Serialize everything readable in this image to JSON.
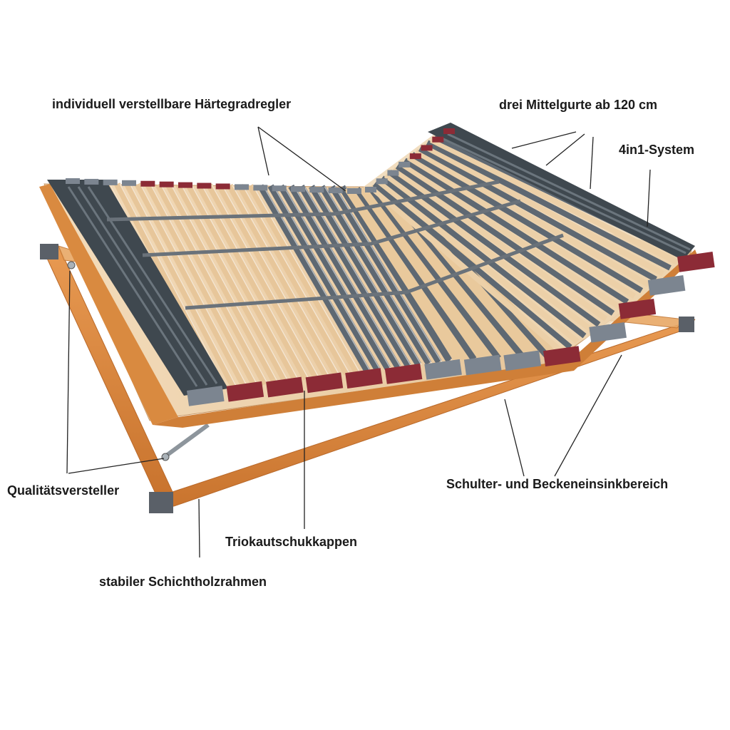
{
  "labels": {
    "haertegradregler": "individuell verstellbare Härtegradregler",
    "mittelgurte": "drei Mittelgurte ab 120 cm",
    "system": "4in1-System",
    "qualitaetsversteller": "Qualitätsversteller",
    "schulter_becken": "Schulter- und Beckeneinsinkbereich",
    "kappen": "Triokautschukkappen",
    "rahmen": "stabiler Schichtholzrahmen"
  },
  "colors": {
    "wood_frame": "#d9873e",
    "slat_light": "#efd4ae",
    "slat_grey": "#5e6872",
    "dark_rail": "#3d464e",
    "cap_red": "#8c2b36",
    "cap_grey": "#7c8590",
    "leader_line": "#222222"
  }
}
